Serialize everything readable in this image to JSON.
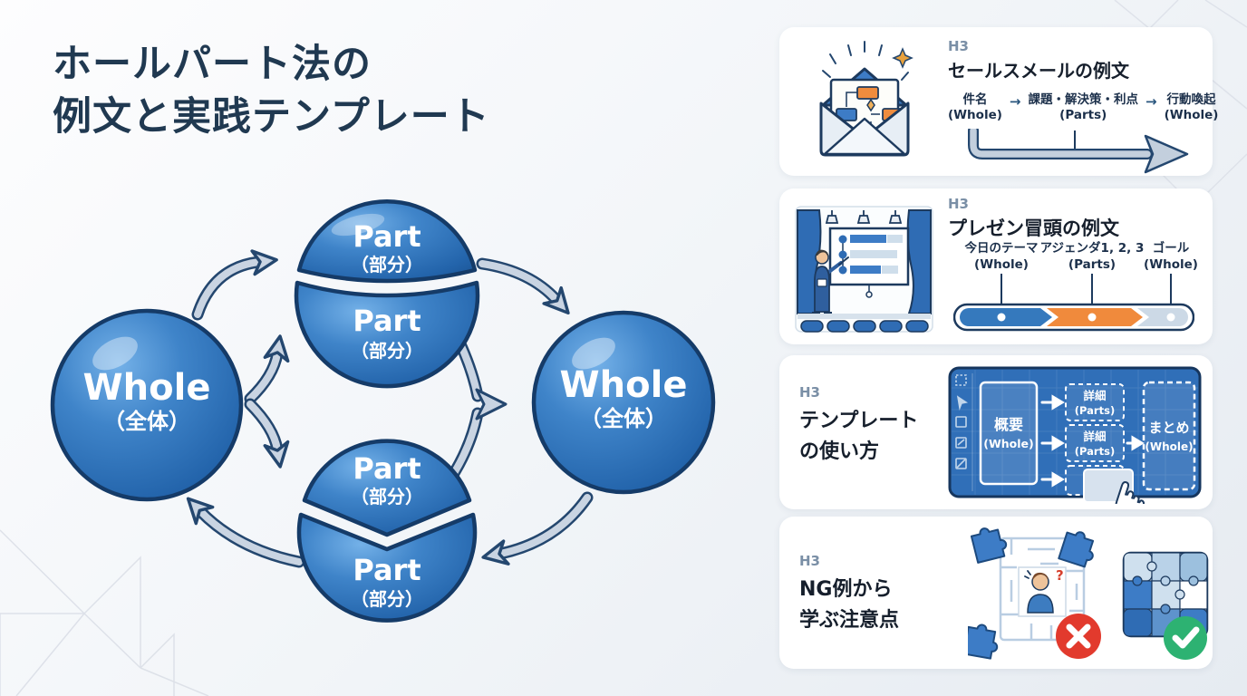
{
  "title": {
    "line1": "ホールパート法の",
    "line2": "例文と実践テンプレート"
  },
  "diagram": {
    "whole": {
      "label": "Whole",
      "sub": "（全体）"
    },
    "part": {
      "label": "Part",
      "sub": "（部分）"
    }
  },
  "cards": [
    {
      "tag": "H3",
      "title": "セールスメールの例文",
      "arrow": "→",
      "flow": [
        {
          "label": "件名",
          "sub": "(Whole)"
        },
        {
          "label": "課題・解決策・利点",
          "sub": "(Parts)"
        },
        {
          "label": "行動喚起",
          "sub": "(Whole)"
        }
      ]
    },
    {
      "tag": "H3",
      "title": "プレゼン冒頭の例文",
      "steps": [
        {
          "label": "今日のテーマ",
          "sub": "(Whole)"
        },
        {
          "label": "アジェンダ1, 2, 3",
          "sub": "(Parts)"
        },
        {
          "label": "ゴール",
          "sub": "(Whole)"
        }
      ]
    },
    {
      "tag": "H3",
      "title_line1": "テンプレート",
      "title_line2": "の使い方",
      "panel": {
        "overview_label": "概要",
        "overview_sub": "(Whole)",
        "detail_label": "詳細",
        "detail_sub": "(Parts)",
        "summary_label": "まとめ",
        "summary_sub": "(Whole)"
      }
    },
    {
      "tag": "H3",
      "title_line1": "NG例から",
      "title_line2": "学ぶ注意点"
    }
  ],
  "icons": {
    "card1": "email-flowchart-icon",
    "card2": "presentation-stage-icon",
    "card3": "template-canvas-icon",
    "card4_left": "maze-puzzle-ng-icon",
    "card4_right": "solved-puzzle-ok-icon"
  },
  "colors": {
    "title_navy": "#203951",
    "sphere_blue": "#2e6fb5",
    "outline_navy": "#173c68",
    "arrow_silver": "#c9d4e2",
    "accent_orange": "#f08a3c",
    "accent_blue": "#3579bd",
    "light_segment": "#ccd9e6",
    "h3_gray": "#7a8fa6",
    "ng_red": "#e23a2d",
    "ok_green": "#2db272"
  }
}
